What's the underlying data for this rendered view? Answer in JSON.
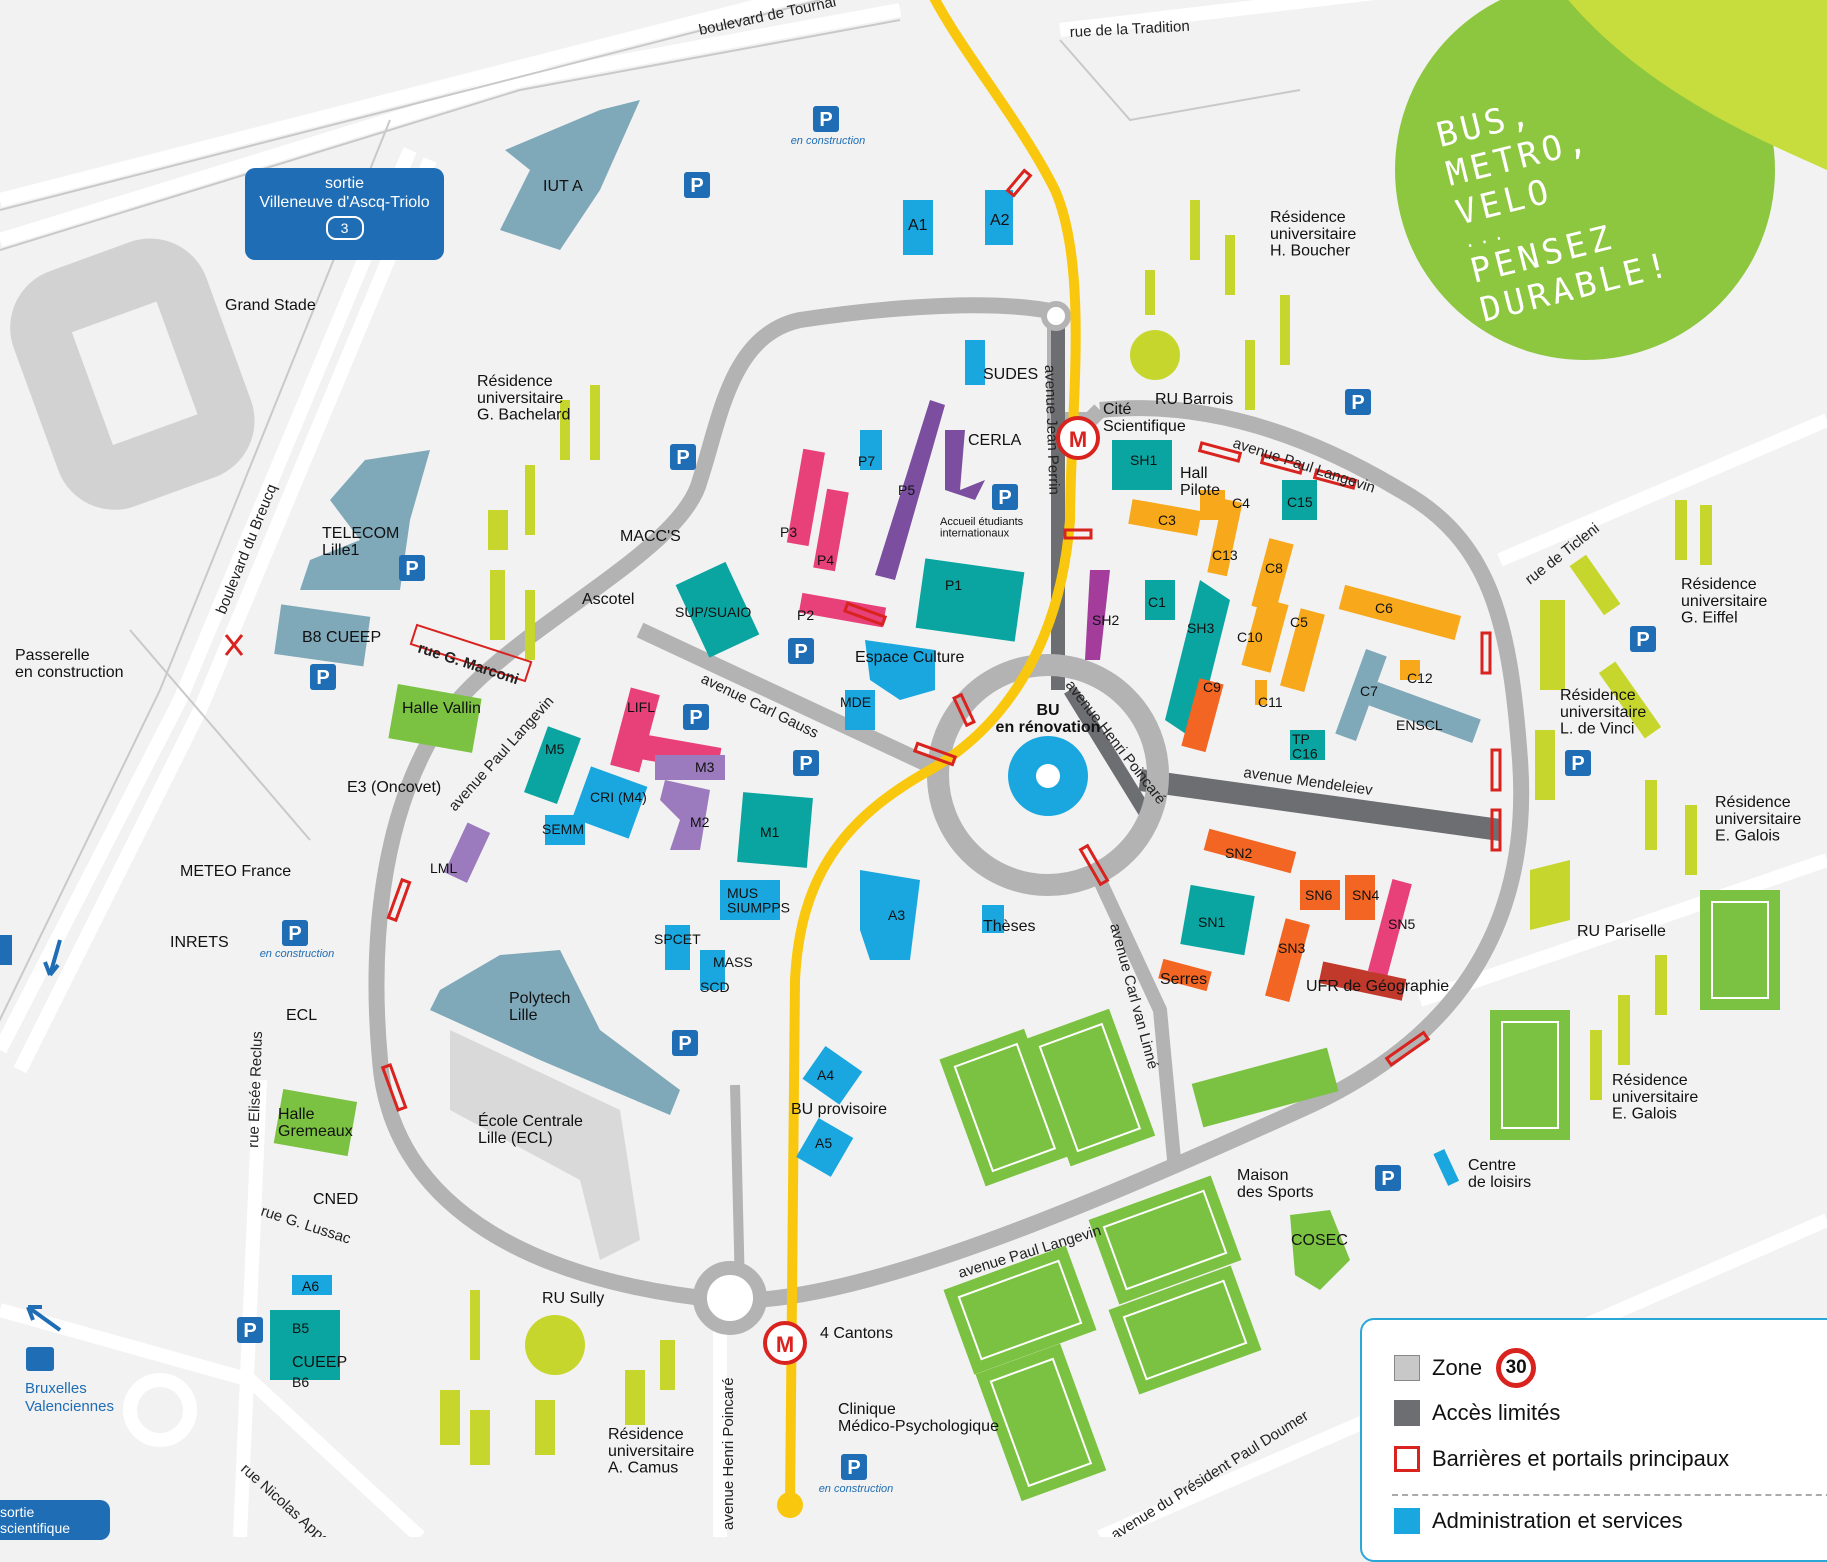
{
  "promo": {
    "lines": [
      "BUS,",
      "METRO,",
      "VELO",
      "...",
      "PENSEZ",
      "DURABLE!"
    ],
    "bg": "#8dc63f"
  },
  "exit_sign": {
    "line1": "sortie",
    "line2": "Villeneuve d'Ascq-Triolo",
    "number": "3"
  },
  "bottom_sign": {
    "line1": "sortie",
    "line2": "scientifique"
  },
  "bruxelles": "Bruxelles\nValenciennes",
  "roads": {
    "bd_top": "boulevard de Tournai",
    "tradition": "rue de la Tradition",
    "breucq": "boulevard du Breucq",
    "marconi": "rue G. Marconi",
    "langevin_w": "avenue Paul Langevin",
    "langevin_ne": "avenue Paul Langevin",
    "langevin_s": "avenue Paul Langevin",
    "gauss": "avenue Carl Gauss",
    "perrin": "avenue Jean Perrin",
    "poincare_h": "avenue Henri Poincaré",
    "poincare_s": "avenue Henri Poincaré",
    "mendeleiev": "avenue Mendeleiev",
    "linne": "avenue Carl van Linné",
    "reclus": "rue Elisée Reclus",
    "lussac": "rue G. Lussac",
    "appert": "rue Nicolas Appert",
    "ticleni": "rue de Ticleni",
    "doumer": "avenue du Président Paul Doumer"
  },
  "places": {
    "grand_stade": "Grand Stade",
    "passerelle": "Passerelle\nen construction",
    "iut_a": "IUT A",
    "a1": "A1",
    "a2": "A2",
    "boucher": "Résidence\nuniversitaire\nH. Boucher",
    "bachelard": "Résidence\nuniversitaire\nG. Bachelard",
    "telecom": "TELECOM\nLille1",
    "b8": "B8 CUEEP",
    "macc": "MACC'S",
    "ascotel": "Ascotel",
    "halle_vallin": "Halle Vallin",
    "sudes": "SUDES",
    "cerla": "CERLA",
    "p7": "P7",
    "p5": "P5",
    "p3": "P3",
    "p4": "P4",
    "p2": "P2",
    "p1": "P1",
    "accueil": "Accueil étudiants\ninternationaux",
    "cite": "Cité\nScientifique",
    "ru_barrois": "RU Barrois",
    "sh1": "SH1",
    "hall_pilote": "Hall\nPilote",
    "c3": "C3",
    "c4": "C4",
    "c15": "C15",
    "c13": "C13",
    "c8": "C8",
    "c6": "C6",
    "c5": "C5",
    "c10": "C10",
    "c1": "C1",
    "sh2": "SH2",
    "sh3": "SH3",
    "c9": "C9",
    "c11": "C11",
    "c12": "C12",
    "c7": "C7",
    "tp_c16": "TP\nC16",
    "enscl": "ENSCL",
    "eiffel": "Résidence\nuniversitaire\nG. Eiffel",
    "vinci": "Résidence\nuniversitaire\nL. de Vinci",
    "galois1": "Résidence\nuniversitaire\nE. Galois",
    "galois2": "Résidence\nuniversitaire\nE. Galois",
    "ru_pariselle": "RU Pariselle",
    "sup": "SUP/SUAIO",
    "espace_culture": "Espace Culture",
    "mde": "MDE",
    "bu": "BU\nen rénovation",
    "lifl": "LIFL",
    "m5": "M5",
    "m3": "M3",
    "cri": "CRI (M4)",
    "semm": "SEMM",
    "m2": "M2",
    "m1": "M1",
    "e3": "E3 (Oncovet)",
    "lml": "LML",
    "meteo": "METEO France",
    "inrets": "INRETS",
    "mus": "MUS\nSIUMPPS",
    "spcet": "SPCET",
    "mass": "MASS",
    "scd": "SCD",
    "a3": "A3",
    "theses": "Thèses",
    "sn2": "SN2",
    "sn1": "SN1",
    "sn6": "SN6",
    "sn4": "SN4",
    "sn5": "SN5",
    "sn3": "SN3",
    "serres": "Serres",
    "ufr": "UFR de Géographie",
    "polytech": "Polytech\nLille",
    "ecl_school": "École Centrale\nLille (ECL)",
    "ecl": "ECL",
    "gremeaux": "Halle\nGremeaux",
    "cneD": "CNED",
    "a4": "A4",
    "bu_prov": "BU provisoire",
    "a5": "A5",
    "maison_sports": "Maison\ndes Sports",
    "cosec": "COSEC",
    "loisirs": "Centre\nde loisirs",
    "a6": "A6",
    "b5": "B5",
    "cueep": "CUEEP",
    "b6": "B6",
    "ru_sully": "RU Sully",
    "quatre_cantons": "4 Cantons",
    "camus": "Résidence\nuniversitaire\nA. Camus",
    "clinique": "Clinique\nMédico-Psychologique"
  },
  "parking": {
    "symbol": "P",
    "note": "en construction"
  },
  "metro_symbol": "M",
  "legend": {
    "items": [
      {
        "label": "Zone",
        "color": "#c8c8c8",
        "badge": "30"
      },
      {
        "label": "Accès limités",
        "color": "#6d6e71"
      },
      {
        "label": "Barrières et portails principaux",
        "color": "#d9231f"
      },
      {
        "label": "Administration et services",
        "color": "#1aa7e0"
      }
    ]
  },
  "colors": {
    "road": "#b3b3b3",
    "metro": "#f9c80e",
    "admin": "#1aa7e0",
    "teal": "#0aa5a0",
    "orange": "#f7a81b",
    "dark_orange": "#f26522",
    "pink": "#e8417a",
    "purple": "#7b4ea0",
    "lime": "#c7d62d",
    "green": "#7cc242",
    "grey_blue": "#7fa8b9",
    "red": "#c0392b",
    "parking": "#1f6db4",
    "promo": "#8dc63f"
  }
}
